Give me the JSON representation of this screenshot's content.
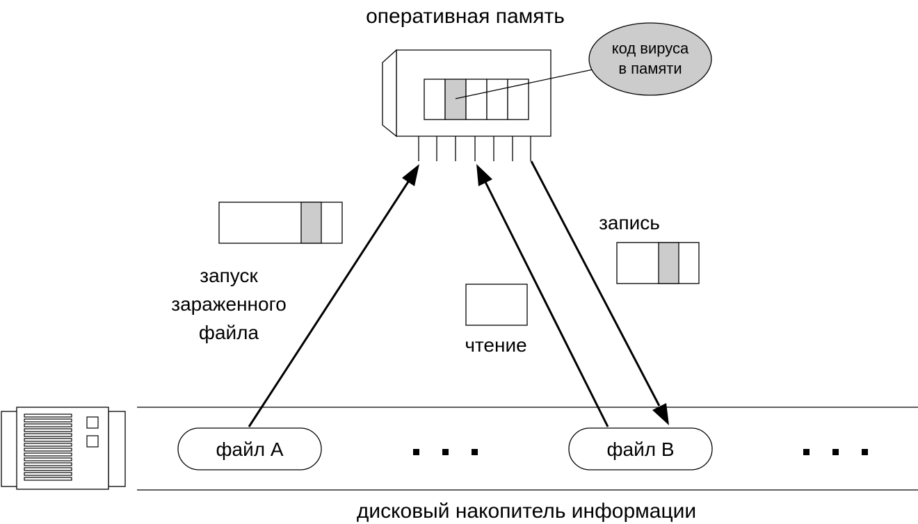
{
  "labels": {
    "ram": "оперативная память",
    "virus_code_line1": "код вируса",
    "virus_code_line2": "в памяти",
    "launch_line1": "запуск",
    "launch_line2": "зараженного",
    "launch_line3": "файла",
    "read": "чтение",
    "write": "запись",
    "file_a": "файл А",
    "file_b": "файл В",
    "ellipsis_1": ". . .",
    "ellipsis_2": ". . .",
    "disk": "дисковый накопитель информации"
  },
  "colors": {
    "infected_segment": "#cccccc",
    "virus_bubble": "#cccccc",
    "lines": "#000000",
    "background": "#ffffff"
  }
}
